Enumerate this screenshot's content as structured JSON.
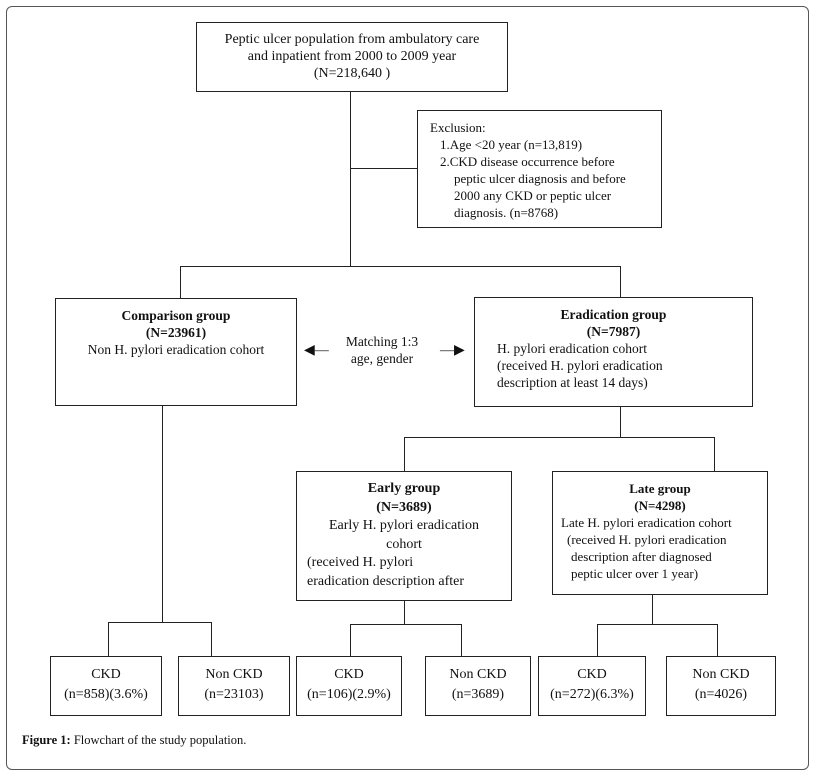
{
  "population": {
    "line1": "Peptic ulcer population from ambulatory care",
    "line2": "and inpatient from 2000 to 2009 year",
    "line3": "(N=218,640 )"
  },
  "exclusion": {
    "title": "Exclusion:",
    "item1": "1.Age <20 year (n=13,819)",
    "item2_l1": "2.CKD disease occurrence before",
    "item2_l2": "peptic ulcer diagnosis and before",
    "item2_l3": "2000 any CKD or peptic ulcer",
    "item2_l4": "diagnosis. (n=8768)"
  },
  "comparison": {
    "title": "Comparison group",
    "n": "(N=23961)",
    "desc": "Non H. pylori eradication cohort"
  },
  "matching": {
    "line1": "Matching 1:3",
    "line2": "age, gender"
  },
  "eradication": {
    "title": "Eradication group",
    "n": "(N=7987)",
    "l1": "H. pylori eradication cohort",
    "l2": "(received H. pylori eradication",
    "l3": "description at least 14 days)"
  },
  "early": {
    "title": "Early group",
    "n": "(N=3689)",
    "l1": "Early H. pylori eradication",
    "l2": "cohort",
    "l3": "(received H. pylori",
    "l4": "eradication description after"
  },
  "late": {
    "title": "Late group",
    "n": "(N=4298)",
    "l1": "Late H. pylori eradication cohort",
    "l2": "(received H. pylori eradication",
    "l3": "description after diagnosed",
    "l4": "peptic ulcer over 1 year)"
  },
  "outcomes": {
    "comp_ckd": {
      "label": "CKD",
      "value": "(n=858)(3.6%)"
    },
    "comp_non": {
      "label": "Non CKD",
      "value": "(n=23103)"
    },
    "early_ckd": {
      "label": "CKD",
      "value": "(n=106)(2.9%)"
    },
    "early_non": {
      "label": "Non CKD",
      "value": "(n=3689)"
    },
    "late_ckd": {
      "label": "CKD",
      "value": "(n=272)(6.3%)"
    },
    "late_non": {
      "label": "Non CKD",
      "value": "(n=4026)"
    }
  },
  "caption": {
    "label": "Figure 1:",
    "text": "Flowchart of the study population."
  }
}
